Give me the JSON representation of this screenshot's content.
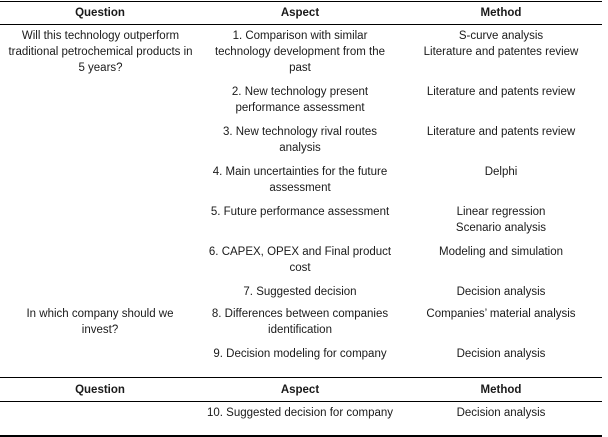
{
  "table1": {
    "headers": {
      "question": "Question",
      "aspect": "Aspect",
      "method": "Method"
    },
    "questions": [
      {
        "text": "Will this technology outperform traditional petrochemical products in 5 years?"
      },
      {
        "text": "In which company should we invest?"
      }
    ],
    "rows": [
      {
        "aspect": "1. Comparison with similar technology development from the past",
        "method": "S-curve analysis\nLiterature and patentes review"
      },
      {
        "aspect": "2. New technology present performance assessment",
        "method": "Literature and patents review"
      },
      {
        "aspect": "3. New technology rival routes analysis",
        "method": "Literature and patents review"
      },
      {
        "aspect": "4. Main uncertainties for the future assessment",
        "method": "Delphi"
      },
      {
        "aspect": "5. Future performance assessment",
        "method": "Linear regression\nScenario analysis"
      },
      {
        "aspect": "6. CAPEX, OPEX and Final product cost",
        "method": "Modeling and simulation"
      },
      {
        "aspect": "7. Suggested decision",
        "method": "Decision analysis"
      },
      {
        "aspect": "8. Differences between companies identification",
        "method": "Companies’ material analysis"
      },
      {
        "aspect": "9. Decision modeling for company",
        "method": "Decision analysis"
      }
    ]
  },
  "table2": {
    "headers": {
      "question": "Question",
      "aspect": "Aspect",
      "method": "Method"
    },
    "rows": [
      {
        "question": "",
        "aspect": "10. Suggested decision for company",
        "method": "Decision analysis"
      }
    ]
  }
}
